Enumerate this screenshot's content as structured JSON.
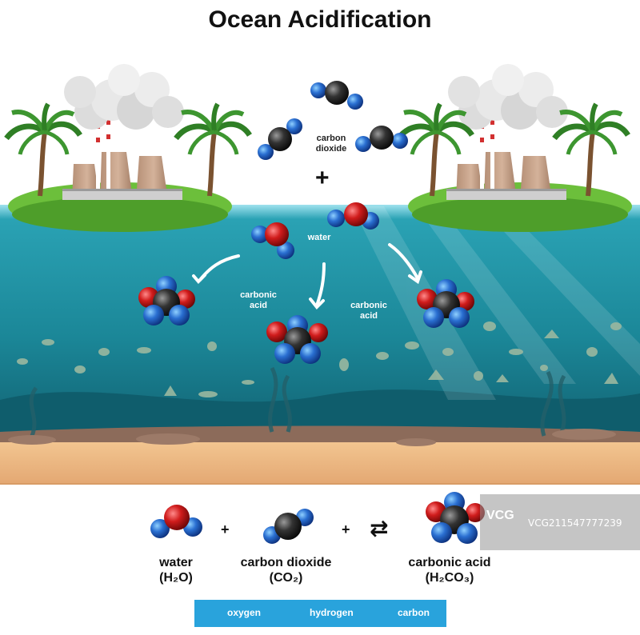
{
  "title": "Ocean Acidification",
  "scene": {
    "co2_label": "carbon\ndioxide",
    "plus": "+",
    "water_label": "water",
    "acid_label_left": "carbonic\nacid",
    "acid_label_right": "carbonic\nacid"
  },
  "equation": {
    "water_name": "water",
    "water_formula": "(H₂O)",
    "co2_name": "carbon dioxide",
    "co2_formula": "(CO₂)",
    "acid_name": "carbonic acid",
    "acid_formula": "(H₂CO₃)",
    "plus": "+",
    "equilibrium_arrow": "⇄"
  },
  "legend": {
    "oxygen": "oxygen",
    "hydrogen": "hydrogen",
    "carbon": "carbon"
  },
  "watermark": {
    "logo": "VCG",
    "text": "VCG211547777239"
  },
  "colors": {
    "oxygen": "#2a6fd1",
    "hydrogen": "#d01c1c",
    "carbon": "#2f2f2f",
    "ocean": "#1f8fa0",
    "deep_ocean": "#13707e",
    "sand": "#e8b886",
    "legend_bg": "#29a3dc"
  }
}
